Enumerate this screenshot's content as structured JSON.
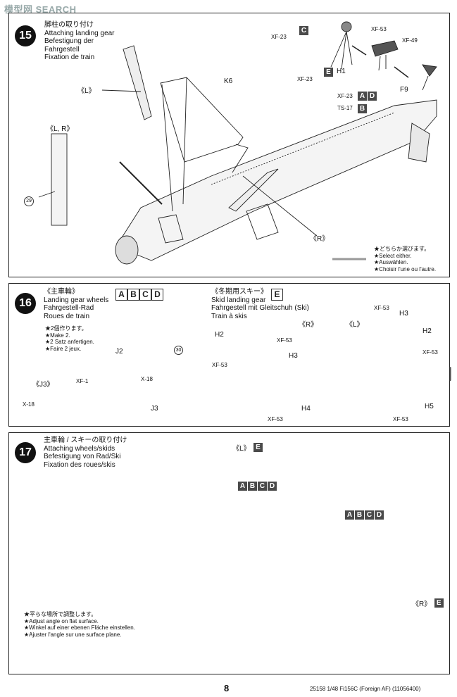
{
  "watermark": "模型网 SEARCH",
  "page_number": "8",
  "footer_code": "25158  1/48 Fi156C (Foreign AF) (11056400)",
  "step15": {
    "number": "15",
    "title_jp": "脚柱の取り付け",
    "title_en": "Attaching landing gear",
    "title_de": "Befestigung der",
    "title_de2": "Fahrgestell",
    "title_fr": "Fixation  de train",
    "label_L": "《L》",
    "label_LR": "《L, R》",
    "label_R": "《R》",
    "label_K6": "K6",
    "label_29": "29",
    "parts": {
      "C": "C",
      "E": "E",
      "H1": "H1",
      "F9": "F9",
      "A": "A",
      "D": "D",
      "B": "B"
    },
    "paints": {
      "xf23a": "XF-23",
      "xf23b": "XF-23",
      "xf23c": "XF-23",
      "xf53": "XF-53",
      "xf49": "XF-49",
      "ts17": "TS-17"
    },
    "select_notes": [
      "★どちらか選びます。",
      "★Select either.",
      "★Auswählen.",
      "★Choisir l'une ou l'autre."
    ]
  },
  "step16": {
    "number": "16",
    "wheels_jp": "《主車輪》",
    "wheels_en": "Landing gear wheels",
    "wheels_de": "Fahrgestell-Rad",
    "wheels_fr": "Roues de train",
    "ski_jp": "《冬期用スキー》",
    "ski_en": "Skid landing gear",
    "ski_de": "Fahrgestell mit Gleitschuh (Ski)",
    "ski_fr": "Train à skis",
    "make2": [
      "★2個作ります。",
      "★Make 2.",
      "★2 Satz anfertigen.",
      "★Faire 2 jeux."
    ],
    "label_J3": "《J3》",
    "label_R": "《R》",
    "label_L": "《L》",
    "parts": {
      "J2": "J2",
      "J3": "J3",
      "H2a": "H2",
      "H3a": "H3",
      "H4": "H4",
      "H2b": "H2",
      "H3b": "H3",
      "H5": "H5",
      "c30": "30",
      "A": "A",
      "B": "B",
      "C": "C",
      "D": "D",
      "E": "E"
    },
    "paints": {
      "xf1": "XF-1",
      "x18a": "X-18",
      "x18b": "X-18",
      "xf53a": "XF-53",
      "xf53b": "XF-53",
      "xf53c": "XF-53",
      "xf53d": "XF-53",
      "xf53e": "XF-53",
      "xf53f": "XF-53"
    }
  },
  "step17": {
    "number": "17",
    "title_jp": "主車輪 / スキーの取り付け",
    "title_en": "Attaching wheels/skids",
    "title_de": "Befestigung von Rad/Ski",
    "title_fr": "Fixation des roues/skis",
    "label_L": "《L》",
    "label_R": "《R》",
    "parts": {
      "E1": "E",
      "E2": "E",
      "A": "A",
      "B": "B",
      "C": "C",
      "D": "D",
      "A2": "A",
      "B2": "B",
      "C2": "C",
      "D2": "D"
    },
    "angle_notes": [
      "★平らな場所で調整します。",
      "★Adjust angle on flat surface.",
      "★Winkel auf einer ebenen Fläche einstellen.",
      "★Ajuster l'angle sur une surface plane."
    ]
  }
}
